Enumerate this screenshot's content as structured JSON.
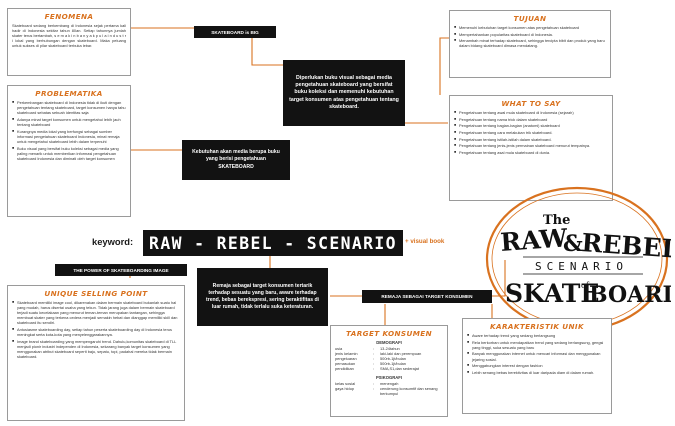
{
  "keyword_label": "keyword:",
  "main_title": "RAW - REBEL - SCENARIO",
  "sub_title": "+ visual book",
  "logo": {
    "line1": "The",
    "line2a": "RAW",
    "line2b": "&",
    "line2c": "REBEL",
    "line3": "SCENARIO",
    "line4": "SKATE",
    "line4b": "BOARD",
    "line4c": "of"
  },
  "fenomena": {
    "heading": "FENOMENA",
    "text": "Skateboard sedang berkembang di Indonesia sejak pertama kali hadir di Indonesia sekitar tahun 80an. Setiap tahunnya jumlah skater terus bertambah, s e m a k i n b a n y a k p u l a i n d u s t r i lokal yang berhubungan dengan skateboard. Maka peluang untuk sukses di pilar skateboard terbuka lebar."
  },
  "tag_big": "SKATEBOARD is BIG",
  "central_text": "Diperlukan buku visual sebagai media pengetahuan skateboard yang bersifat buku koleksi dan memenuhi kebutuhan target konsumen atas pengetahuan tentang skateboard.",
  "need_text": "Kebutuhan akan media berupa buku yang berisi pengetahuan SKATEBOARD",
  "problematika": {
    "heading": "PROBLEMATIKA",
    "items": [
      "Perkembangan skateboard di Indonesia tidak di ikuti dengan pengetahuan tentang skateboard, target konsumen hanya tahu skateboard sebatas sebuah identitas saja",
      "Adanya minat target konsumen untuk mengetahui lebih jauh tentang skateboard",
      "Kurangnya media lokal yang berfungsi sebagai sumber informasi pengetahuan skateboard Indonesia, minat remaja untuk mengetahui skateboard lebih dalam terpenuhi",
      "Buku visual yang bersifat buku koleksi sebagai media yang paling menarik untuk memberikan informasi pengetahuan skateboard Indonesia dan diminati oleh target konsumen"
    ]
  },
  "tujuan": {
    "heading": "TUJUAN",
    "items": [
      "Memenuhi kebutuhan target konsumen atas pengetahuan skateboard",
      "Mempertahankan popularitas skateboard di Indonesia.",
      "Menambah minat terhadap skateboard, sehingga tercipta bibit dan produk yang baru dalam bidang skateboard dimasa mendatang."
    ]
  },
  "what_to_say": {
    "heading": "WHAT TO SAY",
    "items": [
      "Pengetahuan tentang awal mula skateboard di Indonesia (sejarah)",
      "Pengetahuan tentang nama trick dalam skateboard",
      "Pengetahuan tentang bagian-bagian (anatomi) skateboard",
      "Pengetahuan tentang cara melakukan trik skateboard.",
      "Pengetahuan tentang istilah-istilah dalam skateboard.",
      "Pengetahuan tentang jenis-jenis permainan skateboard menurut tempatnya.",
      "Pengetahuan tentang asal mula skateboard di dunia."
    ]
  },
  "tag_power": "THE POWER OF SKATEBOARDING IMAGE",
  "remaja_text": "Remaja sebagai target konsumen tertarik terhadap sesuatu yang baru, aware terhadap trend, bebas berekspresi, sering beraktifitas di luar rumah, tidak terlalu suka keteraturan.",
  "tag_target": "REMAJA SEBAGAI TARGET KONSUMEN",
  "usp": {
    "heading": "UNIQUE SELLING POINT",
    "items": [
      "Skateboard memiliki image cool, dikarenakan dalam bermain skateboard bukanlah suatu hal yang mudah, harus disertai usaha yang tekun. Tidak jarang juga dalam bermain skateboard terjadi suatu kecelakaan yang menurut teman-teman merupakan tantangan, sehingga membuat skater yang terkena cedera menjadi semakin hebat dan dianggap memiliki skill dan skateboard itu sendiri.",
      "Antusiasme skateboarding day, setiap tahun peserta skateboarding day di Indonesia terus meningkat serta kota-kota yang menyelenggarakannya.",
      "Image brand skateboarding yang mempengaruhi trend. Dahulu,komunitas skateboard di TLL menjadi pionir industri independen di Indonesia, sekarang banyak target konsumen yang menggunakan atribut skateboard seperti baju, sepatu, topi, padahal mereka tidak bermain skateboard."
    ]
  },
  "target": {
    "heading": "TARGET KONSUMEN",
    "demo_title": "DEMOGRAFI",
    "demo": [
      {
        "k": "usia",
        "v": "13-24tahun"
      },
      {
        "k": "jenis kelamin",
        "v": "laki-laki dan perempuan"
      },
      {
        "k": "pengeluaran",
        "v": "500rb-1jt/bulan"
      },
      {
        "k": "pemasukan",
        "v": "500rb-1jt/bulan"
      },
      {
        "k": "pendidikan",
        "v": "SMA,S1,dan sederajat"
      }
    ],
    "psycho_title": "PSIKOGRAFI",
    "psycho": [
      {
        "k": "kelas sosial",
        "v": "menengah"
      },
      {
        "k": "gaya hidup",
        "v": "cenderung konsumtif dan senang berkumpul"
      }
    ]
  },
  "karakteristik": {
    "heading": "KARAKTERISTIK UNIK",
    "items": [
      "Aware terhadap trend yang sedang berlangsung",
      "Rela berkorban untuk mendapatkan trend yang sedang berlangsung, gengsi yang tinggi, suka sesuatu yang baru",
      "Banyak menggunakan internet untuk mencari informasi dan menggunakan jejaring sosial.",
      "Menggabungkan interest dengan fashion",
      "Lebih senang bebas berektivitas di luar daripada diam di dalam rumah."
    ]
  }
}
